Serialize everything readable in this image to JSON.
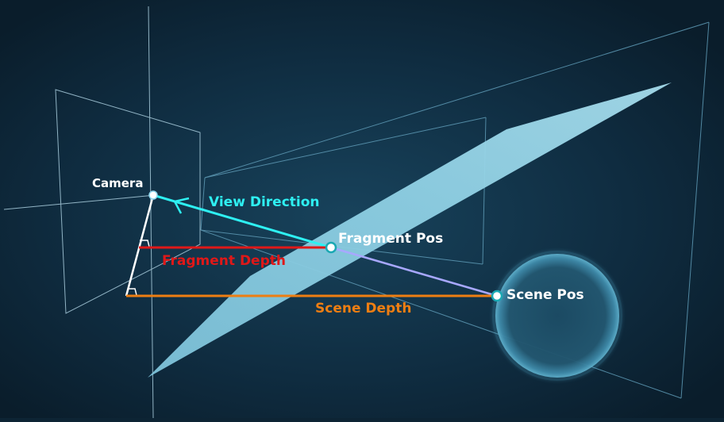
{
  "labels": {
    "camera": "Camera",
    "view_direction": "View Direction",
    "fragment_pos": "Fragment Pos",
    "fragment_depth": "Fragment Depth",
    "scene_pos": "Scene Pos",
    "scene_depth": "Scene Depth"
  },
  "colors": {
    "background": "#0d2434",
    "frustum_lines": "#5e9ab5",
    "near_plane_lines": "#a9cddd",
    "plane_fill": "#8ccbe0",
    "sphere_fill": "#1f4e68",
    "view_direction": "#2ef0f2",
    "ray_extension": "#a8a8ff",
    "fragment_depth": "#e01818",
    "scene_depth": "#ee7e12",
    "label_text": "#ffffff",
    "perpendicular": "#ffffff"
  }
}
